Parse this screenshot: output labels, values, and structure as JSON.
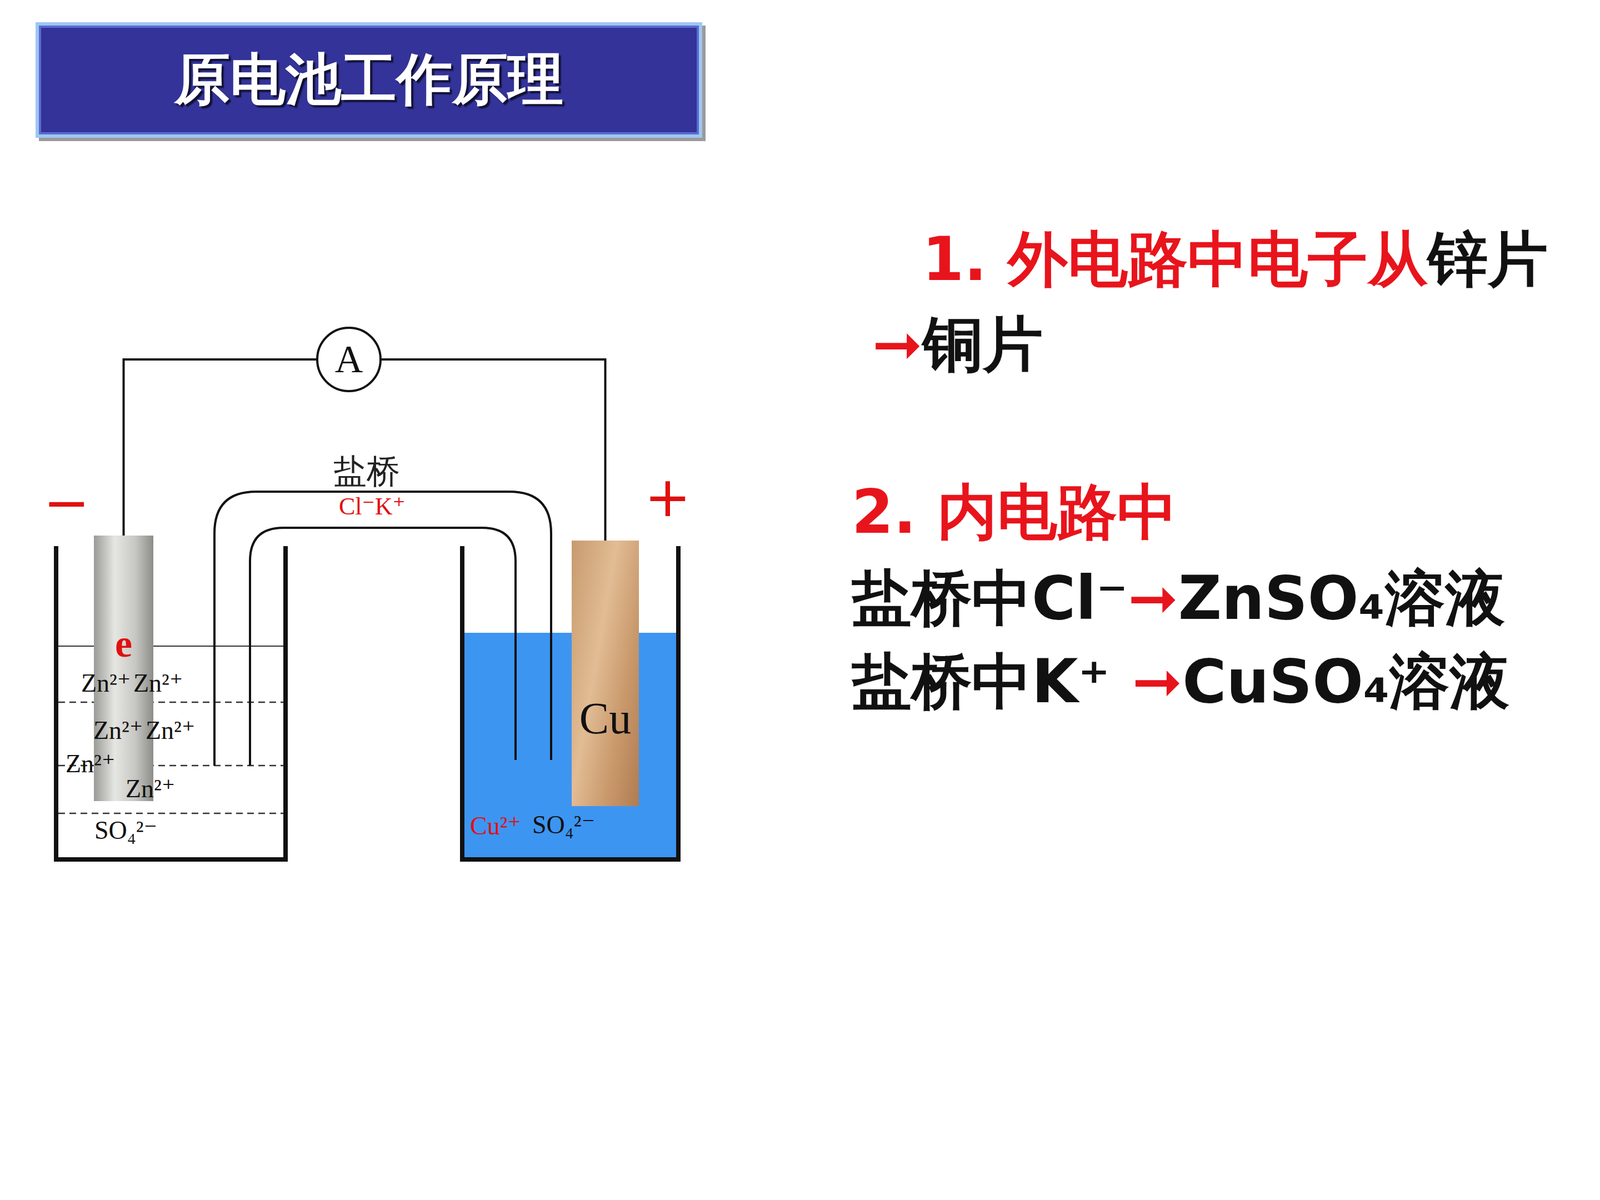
{
  "diagram": {
    "title": "原电池工作原理",
    "nodes": [
      {
        "text": [
          "A"
        ]
      },
      {
        "text": [
          "e"
        ]
      },
      {
        "text": [
          "Cu"
        ]
      }
    ],
    "edges": [
      {
        "from": 1,
        "to": 0,
        "arrow": "none"
      },
      {
        "from": 0,
        "to": 2,
        "arrow": "none"
      }
    ],
    "labels": [
      "盐桥",
      "Cl⁻K⁺",
      "−",
      "+",
      "Zn²⁺",
      "Zn²⁺",
      "Zn²⁺",
      "Zn²⁺",
      "Zn²⁺",
      "Zn²⁺",
      "SO₄²⁻",
      "Cu²⁺",
      "SO₄²⁻",
      "1. 外电路中电子从",
      "锌片",
      "➞",
      "铜片",
      "2. 内电路中",
      "盐桥中Cl⁻",
      "➞",
      "ZnSO₄溶液",
      "盐桥中K⁺",
      "➞",
      "CuSO₄溶液"
    ]
  }
}
